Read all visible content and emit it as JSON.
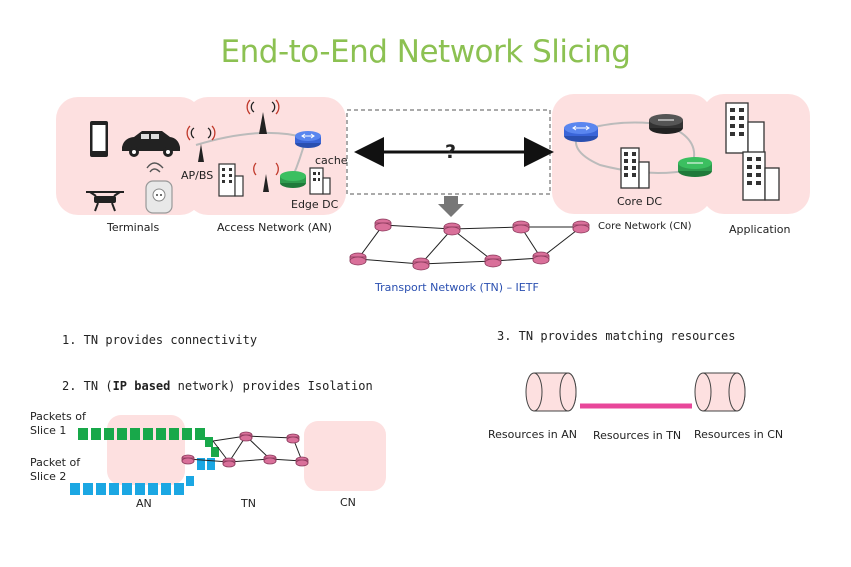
{
  "title": "End-to-End Network Slicing",
  "labels": {
    "cache": "cache",
    "ap_bs": "AP/BS",
    "edge_dc": "Edge DC",
    "core_dc": "Core DC",
    "terminals": "Terminals",
    "access_network": "Access Network (AN)",
    "core_network": "Core Network (CN)",
    "application": "Application",
    "question": "?",
    "transport_network": "Transport Network (TN) – IETF"
  },
  "points": {
    "p1": "1. TN provides connectivity",
    "p2_prefix": "2. TN (",
    "p2_bold": "IP based",
    "p2_suffix": " network) provides Isolation",
    "p3": "3. TN provides matching resources"
  },
  "slices": {
    "slice1": [
      "Packets of",
      "Slice 1"
    ],
    "slice2": [
      "Packet of",
      "Slice 2"
    ],
    "an": "AN",
    "tn": "TN",
    "cn": "CN"
  },
  "resources": {
    "an": "Resources in AN",
    "tn": "Resources in TN",
    "cn": "Resources in CN"
  },
  "colors": {
    "title": "#8cc152",
    "zone": "#fde0e0",
    "node": "#d9709a",
    "slice1": "#18a84a",
    "slice2": "#1ba7e3",
    "tn_link": "#e8479a"
  }
}
